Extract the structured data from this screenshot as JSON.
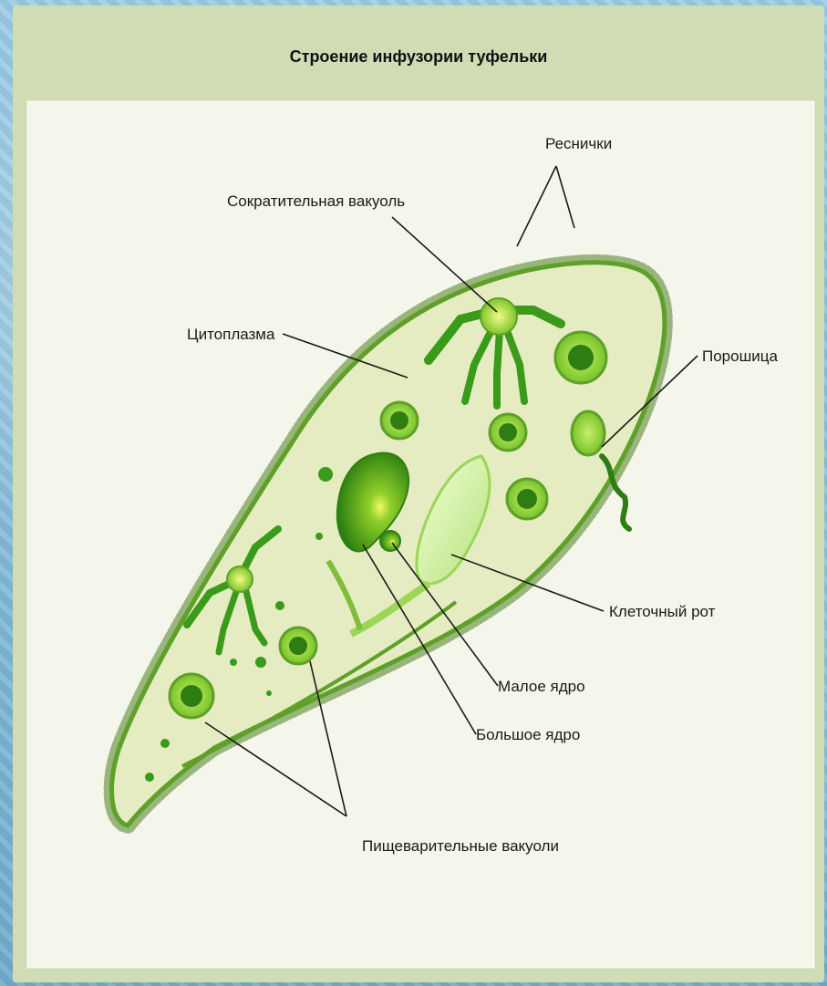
{
  "title": "Строение инфузории туфельки",
  "labels": {
    "cilia": "Реснички",
    "contractile_vacuole": "Сократительная вакуоль",
    "cytoplasm": "Цитоплазма",
    "anal_pore": "Порошица",
    "cell_mouth": "Клеточный рот",
    "micronucleus": "Малое ядро",
    "macronucleus": "Большое ядро",
    "digestive_vacuoles": "Пищеварительные вакуоли"
  },
  "colors": {
    "cell_fill": "#e6ecc2",
    "cell_outline": "#5ea028",
    "nucleus": "#3d9a1a",
    "vacuole": "#8fd13a",
    "dark_green": "#2e7d12"
  }
}
